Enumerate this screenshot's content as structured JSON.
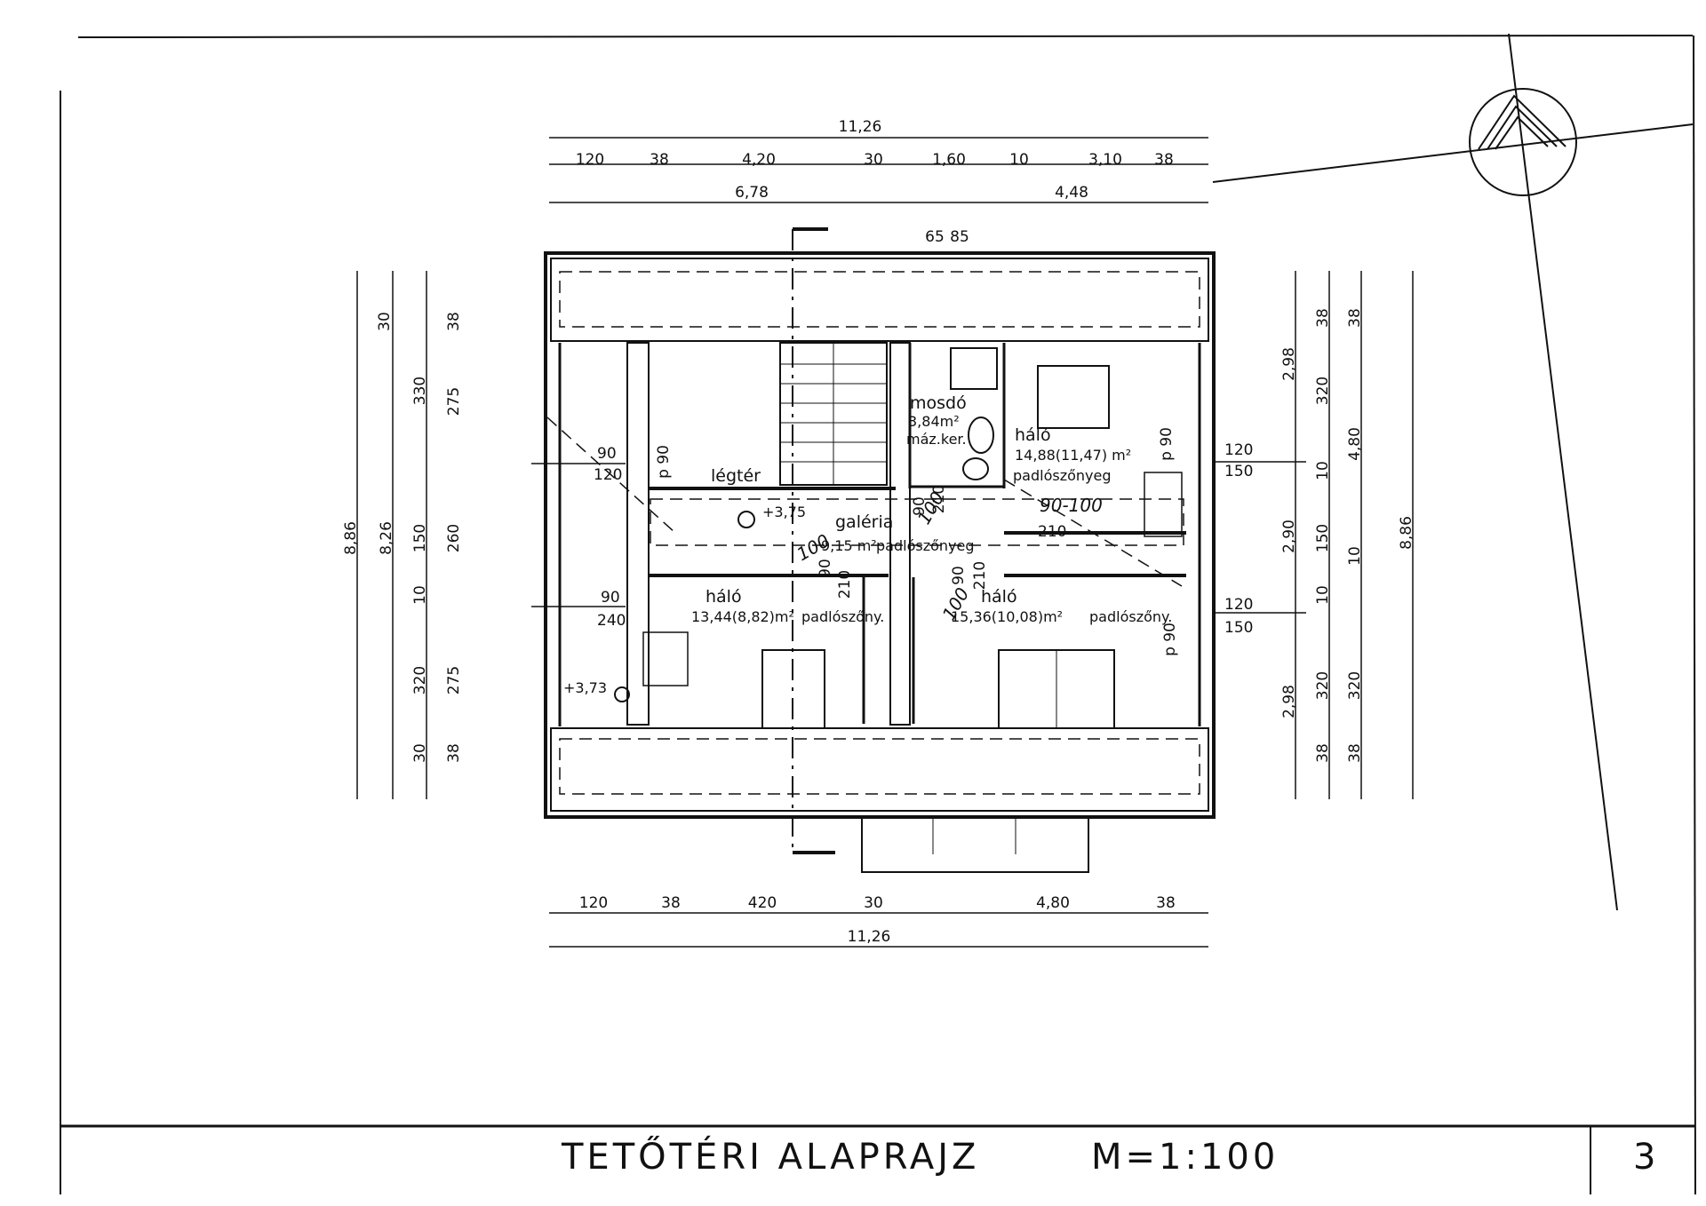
{
  "title_block": {
    "title": "TETŐTÉRI  ALAPRAJZ",
    "scale": "M=1:100",
    "page_number": "3"
  },
  "dimensions": {
    "top_total": "11,26",
    "top_segments": [
      "120",
      "38",
      "4,20",
      "30",
      "1,60",
      "10",
      "3,10",
      "38"
    ],
    "top_sub": [
      "6,78",
      "4,48"
    ],
    "bottom_segments": [
      "120",
      "38",
      "420",
      "30",
      "4,80",
      "38"
    ],
    "bottom_total": "11,26",
    "left_outer": [
      "30",
      "330",
      "150",
      "10",
      "320",
      "30"
    ],
    "left_mid": [
      "38",
      "275",
      "260",
      "275",
      "38"
    ],
    "left_totals": [
      "8,86",
      "8,26"
    ],
    "right_a": [
      "2,98",
      "2,90",
      "2,98"
    ],
    "right_b": [
      "38",
      "320",
      "10",
      "150",
      "10",
      "320",
      "38"
    ],
    "right_c": [
      "38",
      "4,80",
      "10",
      "320",
      "38"
    ],
    "right_total": "8,86",
    "stair_top": [
      "65",
      "85"
    ],
    "window_left_upper": [
      "90",
      "120"
    ],
    "window_left_lower": [
      "90",
      "240"
    ],
    "window_right_upper": [
      "120",
      "150"
    ],
    "window_right_lower": [
      "120",
      "150"
    ]
  },
  "rooms": [
    {
      "name": "mosdó",
      "area": "3,84m²",
      "floor": "máz.ker."
    },
    {
      "name": "háló",
      "area": "14,88(11,47) m²",
      "floor": "padlószőnyeg"
    },
    {
      "name": "légtér"
    },
    {
      "name": "galéria",
      "area": "9,15 m²",
      "floor": "padlószőnyeg"
    },
    {
      "name": "háló",
      "area": "13,44(8,82)m²",
      "floor": "padlószőny."
    },
    {
      "name": "háló",
      "area": "15,36(10,08)m²",
      "floor": "padlószőny."
    }
  ],
  "levels": [
    "+3,75",
    "+3,73"
  ],
  "door_labels": {
    "p90_a": "p 90",
    "p90_b": "p 90",
    "p90_c": "p 90",
    "d210_a": "210",
    "d210_b": "210",
    "d210_c": "210",
    "d210_d": "210",
    "d90_a": "90",
    "d90_b": "90",
    "d90_c": "90",
    "d90_100": "90-100",
    "h100_a": "100",
    "h100_b": "100",
    "h100_c": "100"
  }
}
